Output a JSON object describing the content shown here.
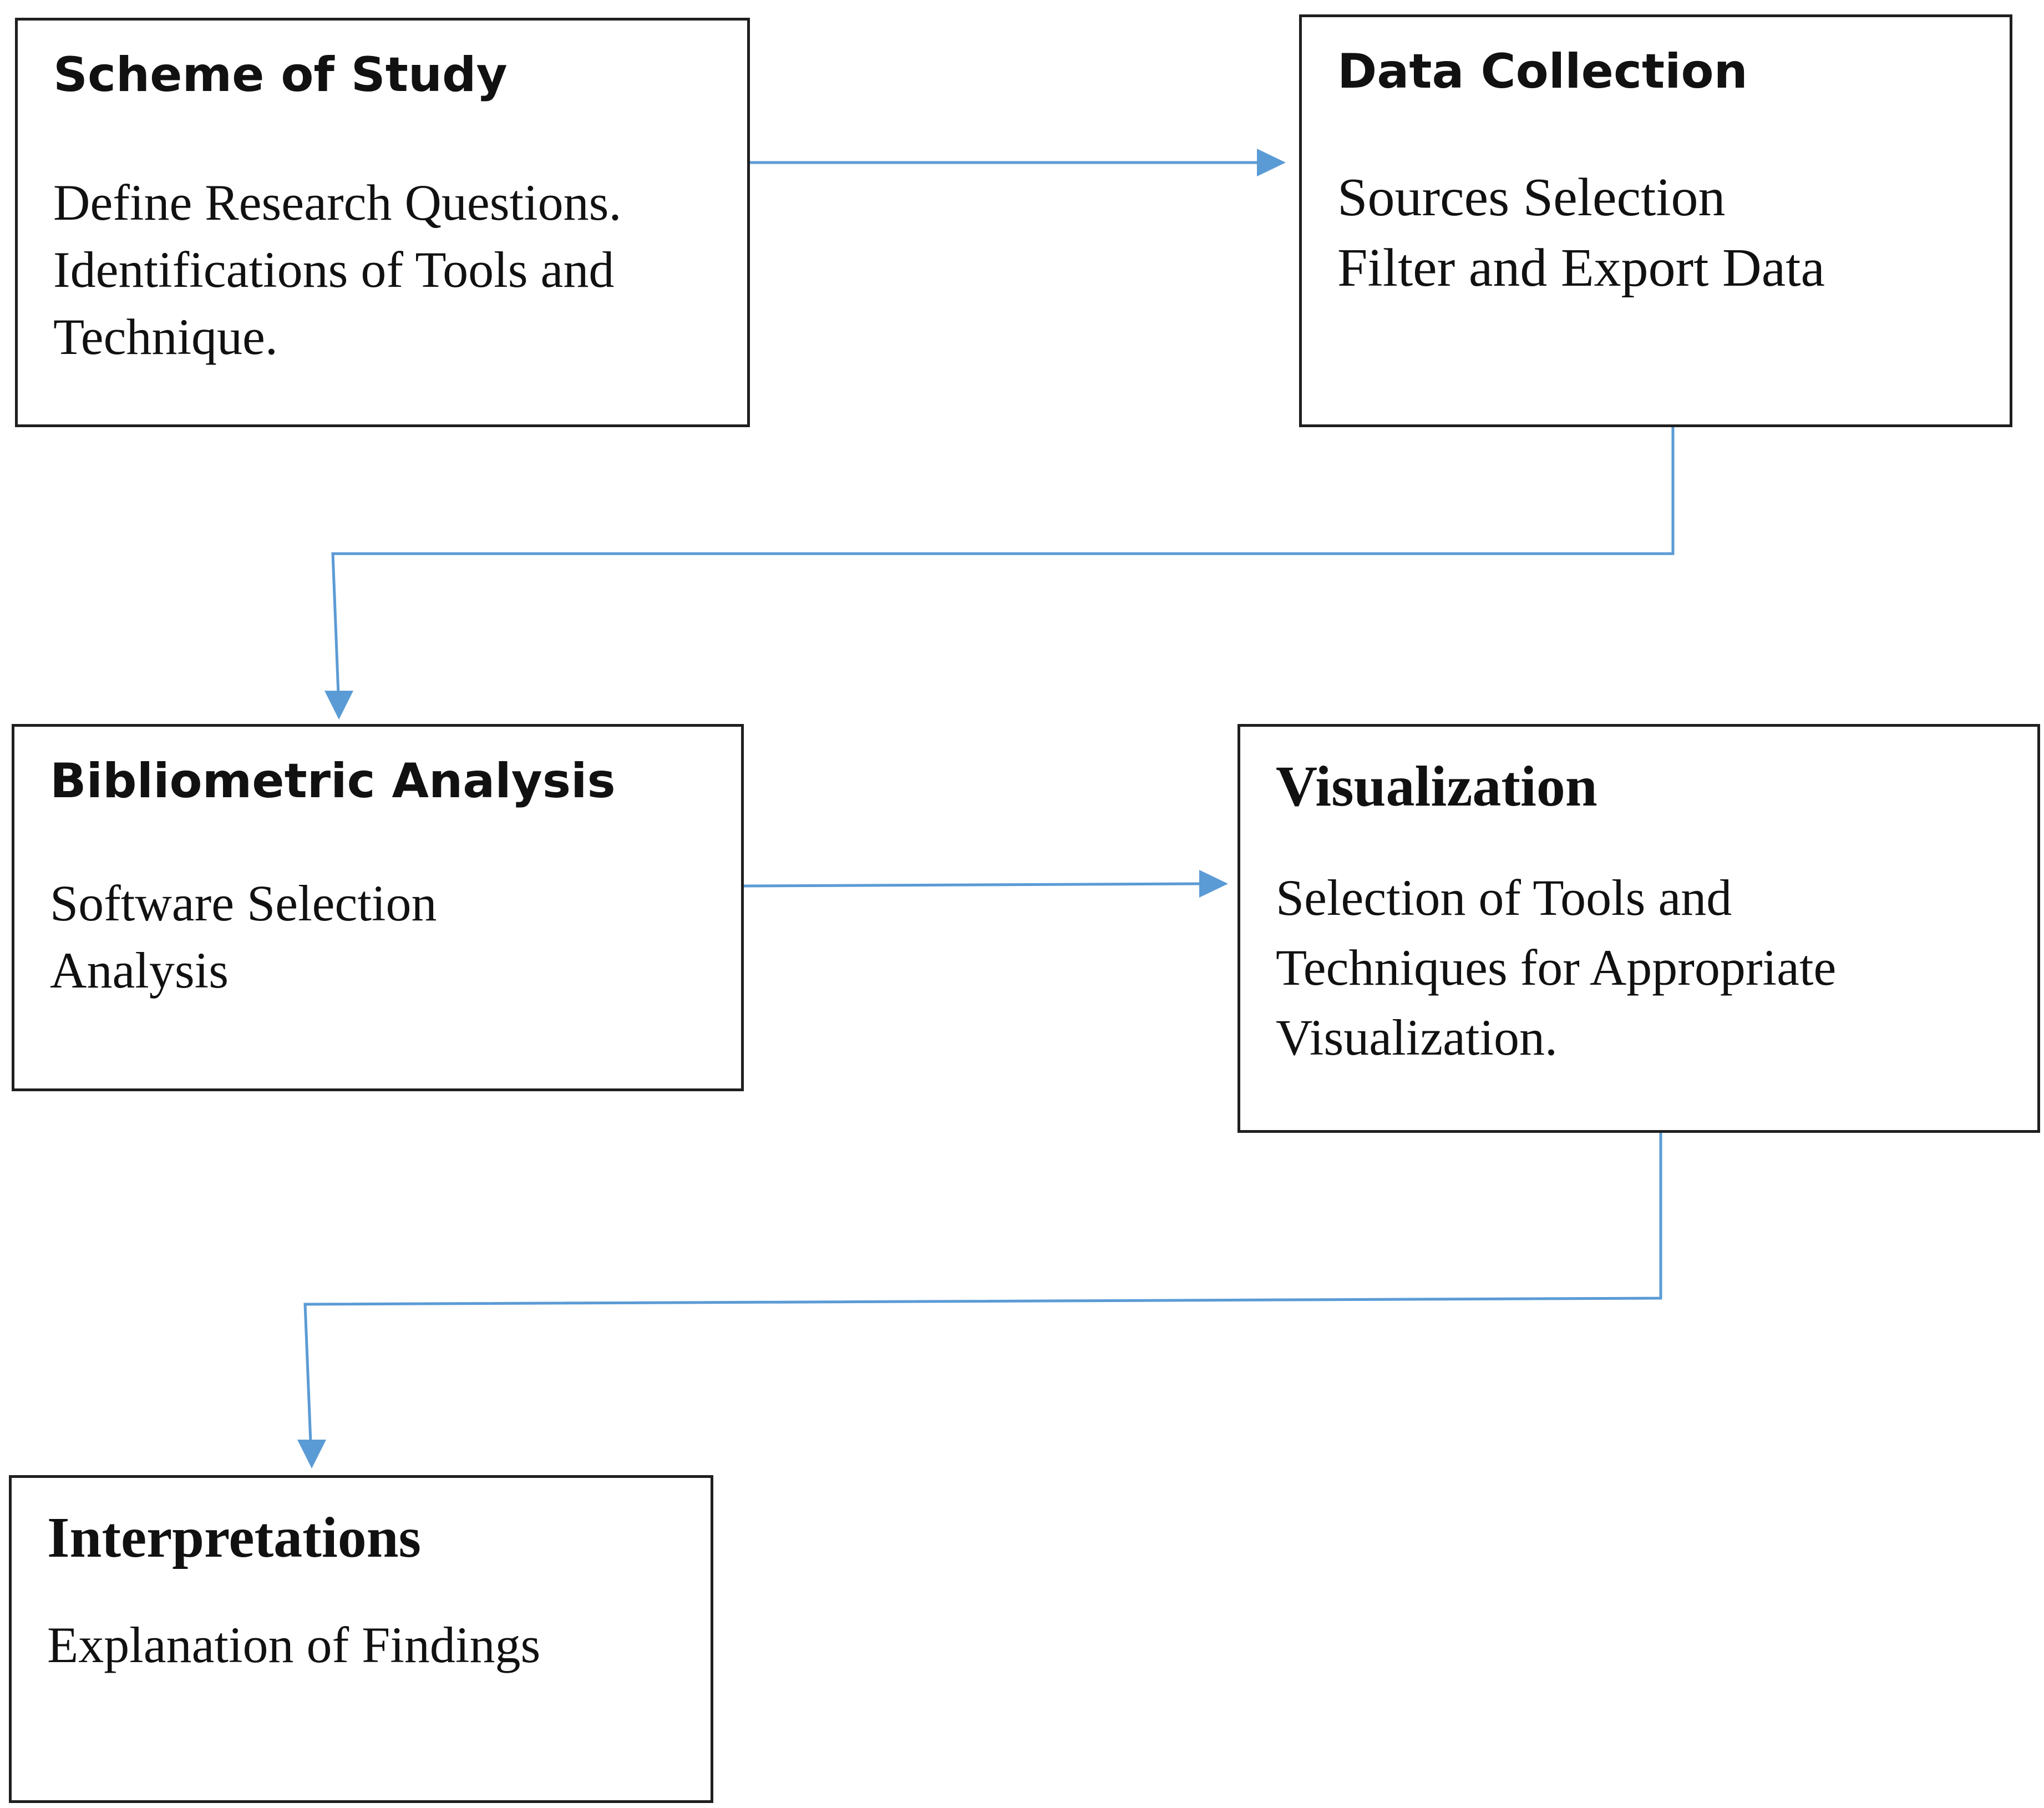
{
  "colors": {
    "box_border": "#1f1f1f",
    "connector": "#5b9bd5",
    "text": "#111111"
  },
  "steps": [
    {
      "title": "Scheme of Study",
      "lines": [
        "Define Research Questions.",
        "Identifications of Tools and",
        "Technique."
      ]
    },
    {
      "title": "Data Collection",
      "lines": [
        "Sources Selection",
        "Filter and Export Data"
      ]
    },
    {
      "title": "Bibliometric Analysis",
      "lines": [
        "Software Selection",
        "Analysis"
      ]
    },
    {
      "title": "Visualization",
      "lines": [
        "Selection of Tools and",
        "Techniques for Appropriate",
        "Visualization."
      ]
    },
    {
      "title": "Interpretations",
      "lines": [
        "Explanation of Findings"
      ]
    }
  ],
  "connections": [
    {
      "from": "Scheme of Study",
      "to": "Data Collection"
    },
    {
      "from": "Data Collection",
      "to": "Bibliometric Analysis"
    },
    {
      "from": "Bibliometric Analysis",
      "to": "Visualization"
    },
    {
      "from": "Visualization",
      "to": "Interpretations"
    }
  ]
}
